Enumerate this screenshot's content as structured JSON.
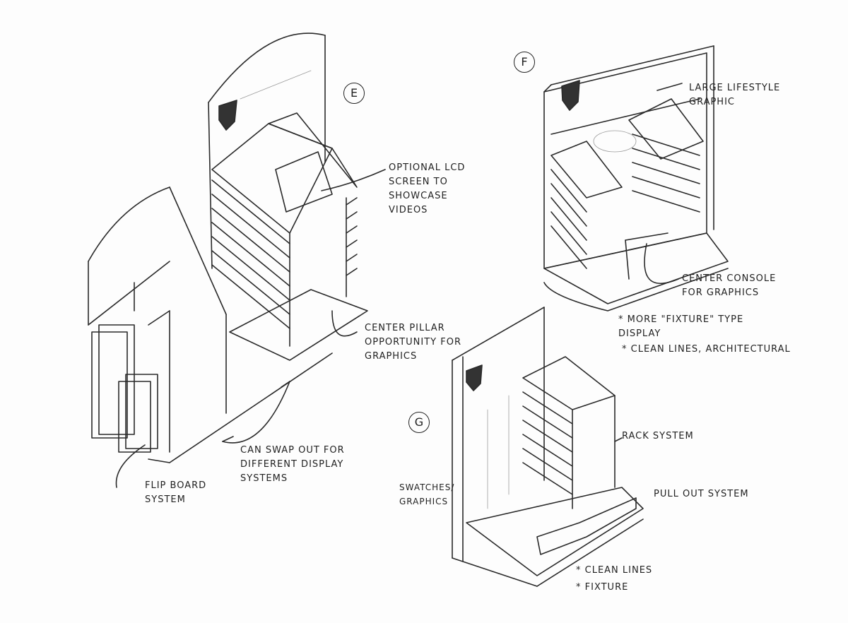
{
  "labels": {
    "e": "E",
    "f": "F",
    "g": "G"
  },
  "notes": {
    "lcd": "Optional LCD\nscreen to\nshowcase\nvideos",
    "pillar": "Center pillar\nopportunity for\ngraphics",
    "swap": "Can swap out for\ndifferent display\nsystems",
    "flip": "Flip board\nsystem",
    "lifestyle": "Large lifestyle\ngraphic",
    "console": "Center console\nfor graphics",
    "fixture_type": "* More \"fixture\" type\ndisplay",
    "clean_arch": "* Clean lines, architectural",
    "rack": "Rack system",
    "pullout": "Pull out system",
    "swatches": "Swatches/\ngraphics",
    "clean": "* Clean lines",
    "fixture": "* Fixture"
  }
}
